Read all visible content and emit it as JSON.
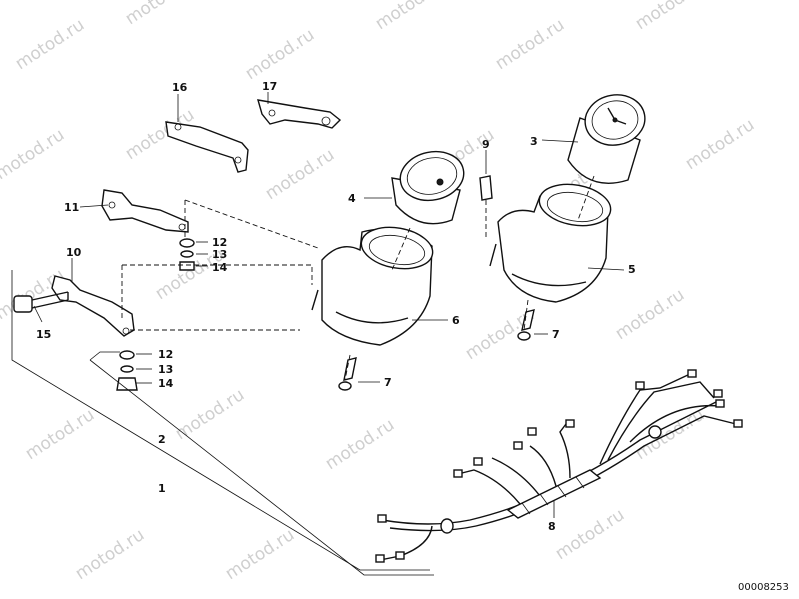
{
  "watermark": "motod.ru",
  "diagram_code": "00008253",
  "callouts": [
    "16",
    "17",
    "9",
    "3",
    "11",
    "4",
    "12",
    "13",
    "14",
    "10",
    "15",
    "6",
    "5",
    "7",
    "12",
    "13",
    "14",
    "7",
    "2",
    "1",
    "8"
  ]
}
